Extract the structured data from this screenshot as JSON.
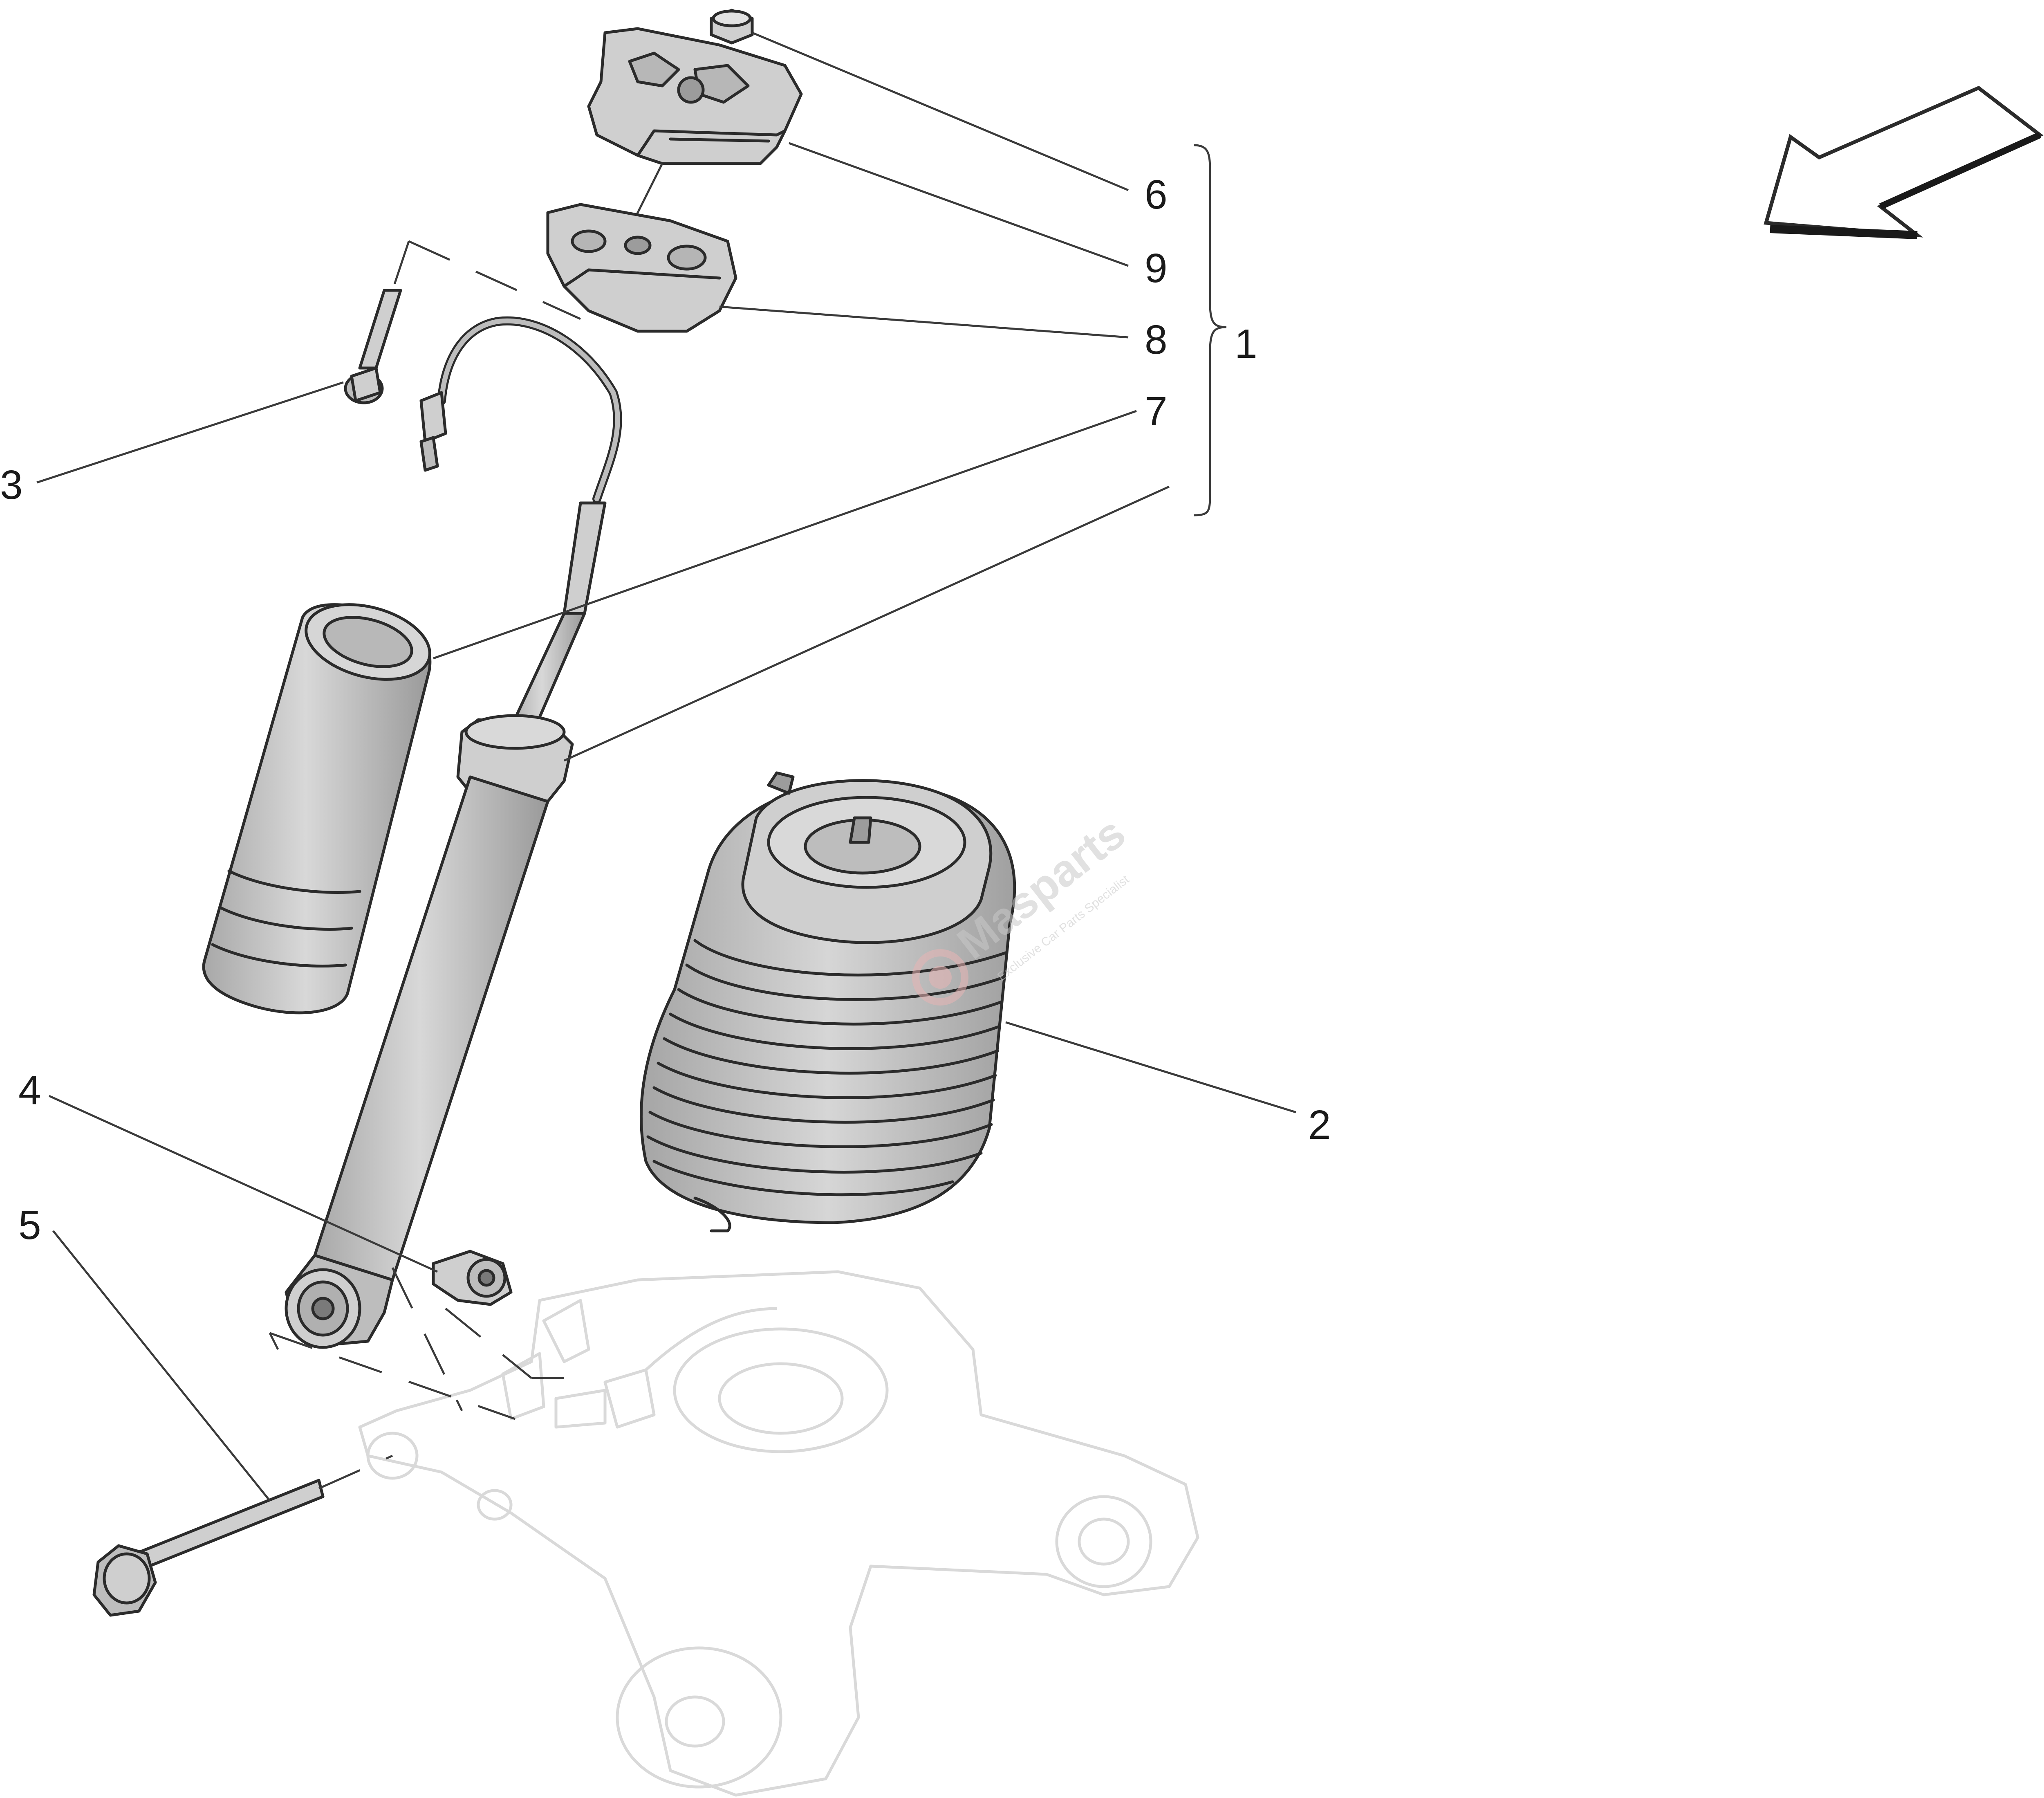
{
  "callouts": [
    {
      "id": "1",
      "label": "1"
    },
    {
      "id": "2",
      "label": "2"
    },
    {
      "id": "3",
      "label": "3"
    },
    {
      "id": "4",
      "label": "4"
    },
    {
      "id": "5",
      "label": "5"
    },
    {
      "id": "6",
      "label": "6"
    },
    {
      "id": "7",
      "label": "7"
    },
    {
      "id": "8",
      "label": "8"
    },
    {
      "id": "9",
      "label": "9"
    }
  ],
  "watermark": {
    "brand": "Masparts",
    "tagline": "Exclusive Car Parts Specialist"
  },
  "colors": {
    "part_fill": "#cfcfcf",
    "part_dark": "#9c9c9c",
    "outline": "#2b2b2b",
    "ghost": "#d9d9d9",
    "watermark_red": "#e8b4b4",
    "watermark_grey": "#c8c8c8"
  },
  "direction_icon": "arrow-left-down-icon"
}
